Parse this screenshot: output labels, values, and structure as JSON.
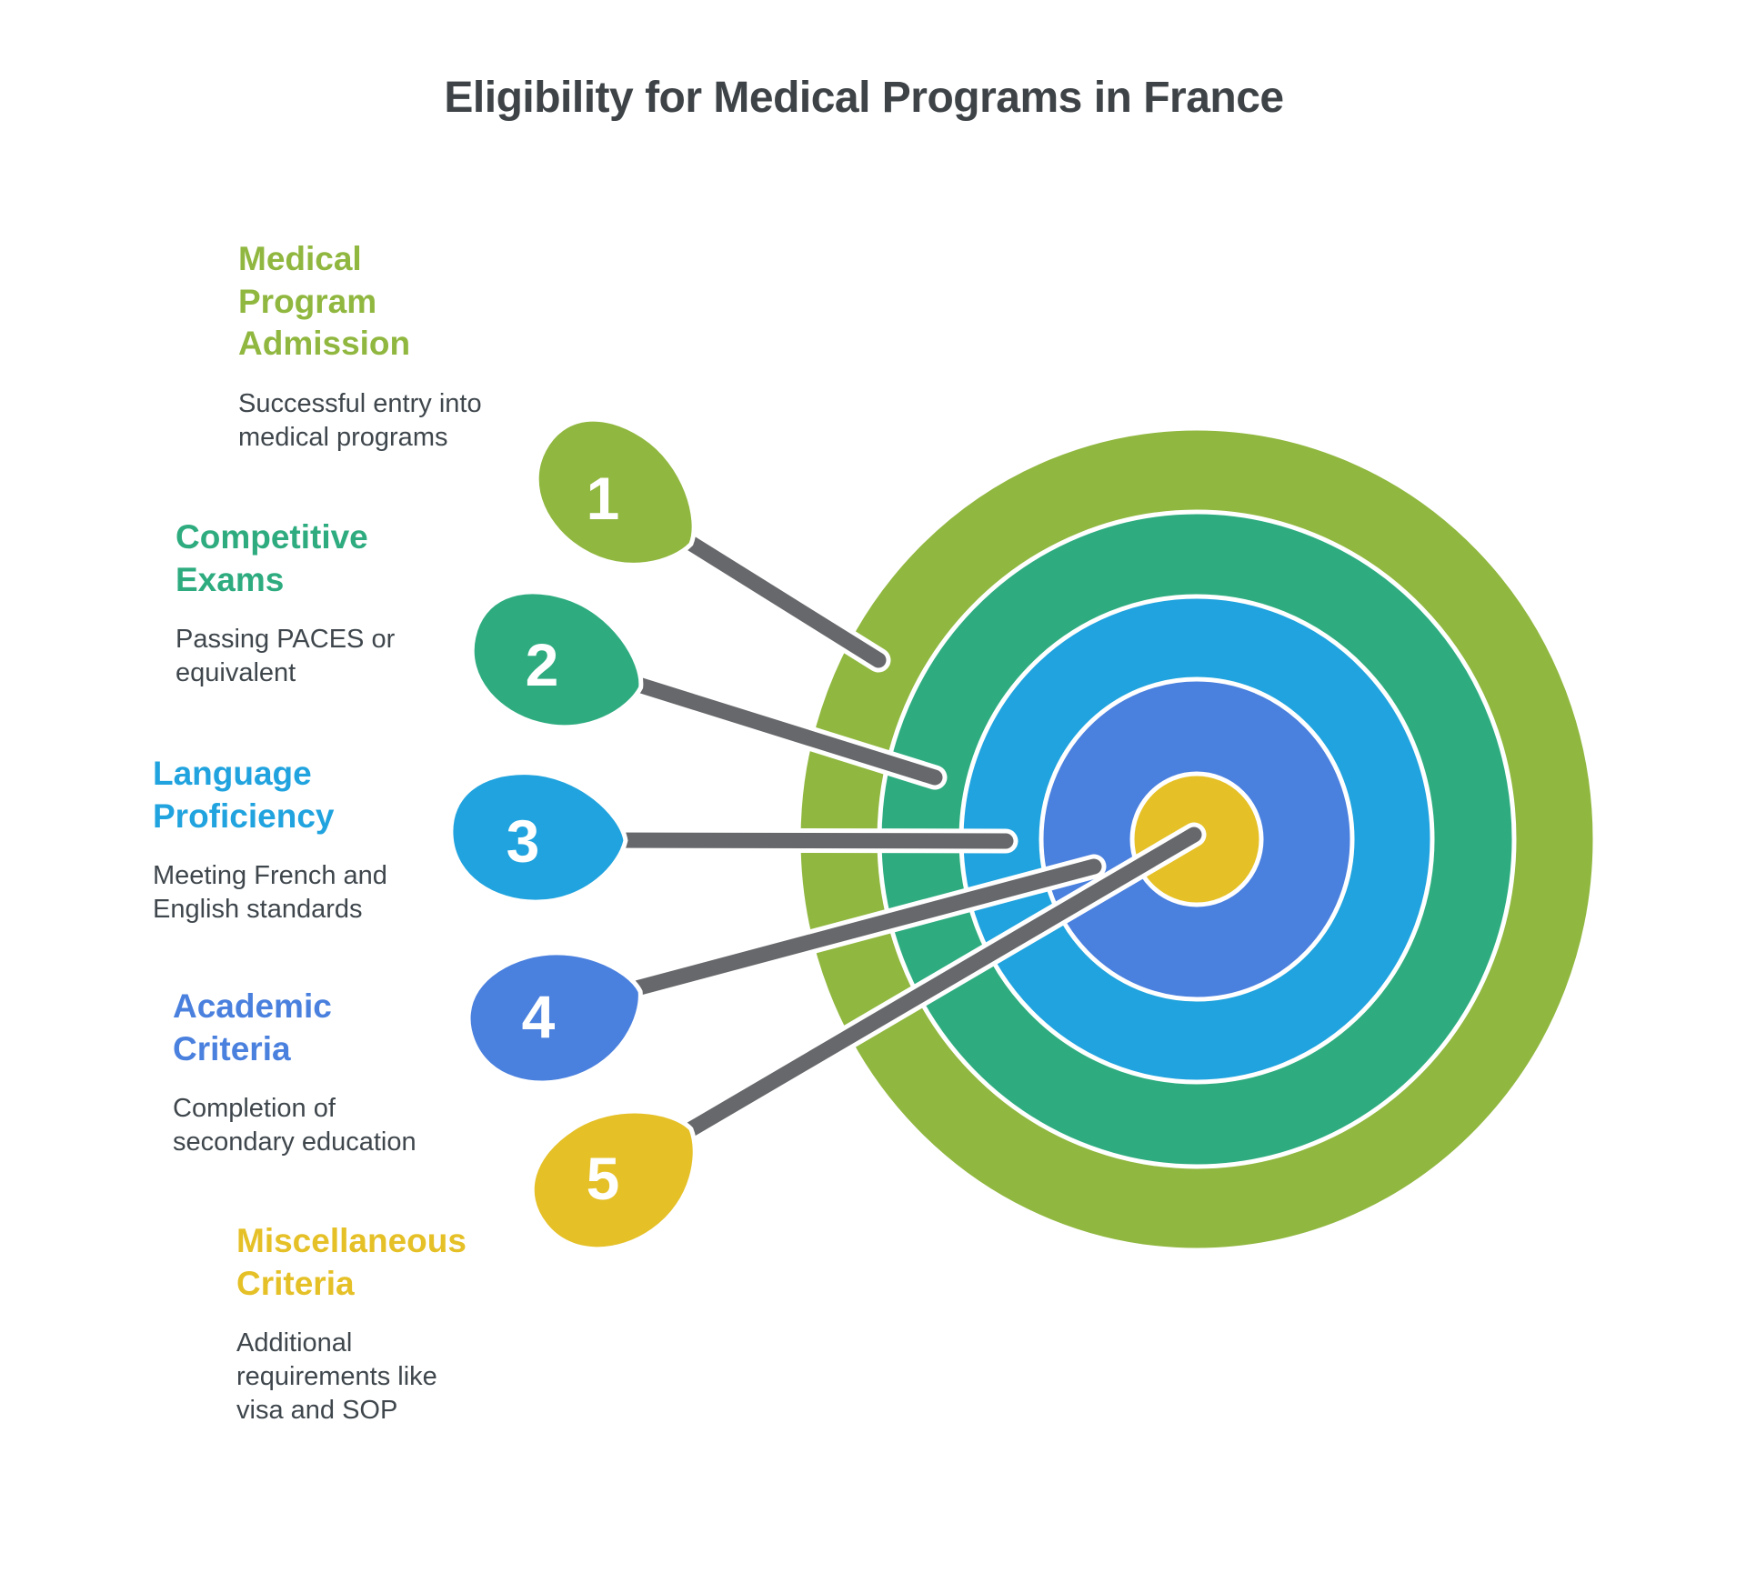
{
  "title": "Eligibility for Medical Programs in France",
  "colors": {
    "title_text": "#3e4347",
    "description_text": "#3f474d",
    "connector_gray": "#67686b",
    "separator_white": "#ffffff",
    "background": "#ffffff"
  },
  "sections": [
    {
      "number": "1",
      "heading": "Medical Program Admission",
      "description": "Successful entry into medical programs",
      "color": "#90b73f"
    },
    {
      "number": "2",
      "heading": "Competitive Exams",
      "description": "Passing PACES or equivalent",
      "color": "#2eac80"
    },
    {
      "number": "3",
      "heading": "Language Proficiency",
      "description": "Meeting French and English standards",
      "color": "#20a3de"
    },
    {
      "number": "4",
      "heading": "Academic Criteria",
      "description": "Completion of secondary education",
      "color": "#4a80de"
    },
    {
      "number": "5",
      "heading": "Miscellaneous Criteria",
      "description": "Additional requirements like visa and SOP",
      "color": "#e5c027"
    }
  ],
  "target": {
    "ring_colors": [
      "#90b73f",
      "#2eac80",
      "#20a3de",
      "#4a80de",
      "#e5c027"
    ]
  }
}
